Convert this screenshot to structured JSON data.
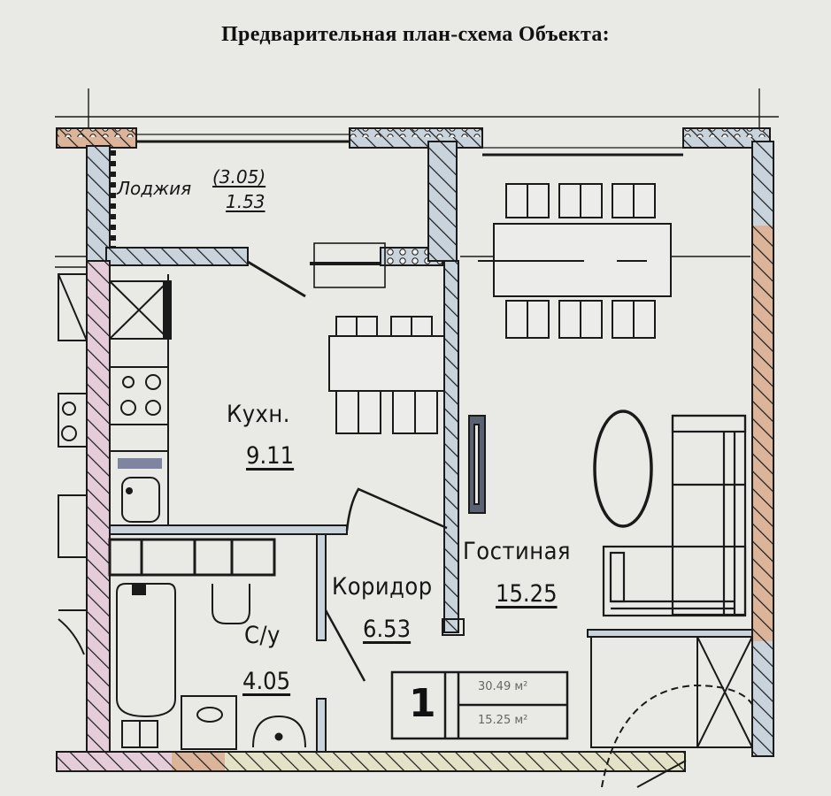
{
  "header": {
    "title": "Предварительная план-схема Объекта:"
  },
  "rooms": {
    "loggia": {
      "name": "Лоджия",
      "area_total": "(3.05)",
      "area": "1.53"
    },
    "kitchen": {
      "name": "Кухн.",
      "area": "9.11"
    },
    "corridor": {
      "name": "Коридор",
      "area": "6.53"
    },
    "living": {
      "name": "Гостиная",
      "area": "15.25"
    },
    "bathroom": {
      "name": "С/у",
      "area": "4.05"
    }
  },
  "stamp": {
    "rooms_count": "1",
    "total_area": "30.49 м²",
    "living_area": "15.25 м²"
  },
  "colors": {
    "background": "#e9e9e6",
    "line": "#1a1a1a",
    "wall_blue": "#c9d3dc",
    "wall_pink": "#e4cdd8",
    "wall_tan": "#dcb49a",
    "wall_yellow": "#e3e2c6"
  }
}
